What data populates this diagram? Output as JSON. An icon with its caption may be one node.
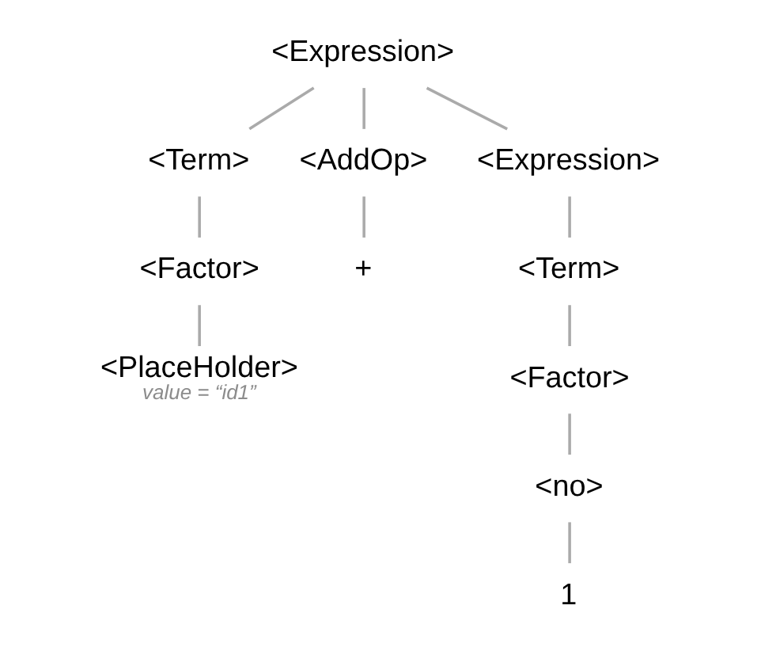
{
  "diagram": {
    "nodes": [
      {
        "text": [
          "<Expression>"
        ]
      },
      {
        "text": [
          "<Term>"
        ]
      },
      {
        "text": [
          "<AddOp>"
        ]
      },
      {
        "text": [
          "<Expression>"
        ]
      },
      {
        "text": [
          "<Factor>"
        ]
      },
      {
        "text": [
          "+"
        ]
      },
      {
        "text": [
          "<Term>"
        ]
      },
      {
        "text": [
          "<PlaceHolder>"
        ],
        "beside": [
          "value = “id1”"
        ]
      },
      {
        "text": [
          "<Factor>"
        ]
      },
      {
        "text": [
          "<no>"
        ]
      },
      {
        "text": [
          "1"
        ]
      }
    ],
    "edges": [
      {
        "from": 0,
        "to": 1,
        "arrow": "none"
      },
      {
        "from": 0,
        "to": 2,
        "arrow": "none"
      },
      {
        "from": 0,
        "to": 3,
        "arrow": "none"
      },
      {
        "from": 1,
        "to": 4,
        "arrow": "none"
      },
      {
        "from": 2,
        "to": 5,
        "arrow": "none"
      },
      {
        "from": 3,
        "to": 6,
        "arrow": "none"
      },
      {
        "from": 4,
        "to": 7,
        "arrow": "none"
      },
      {
        "from": 6,
        "to": 8,
        "arrow": "none"
      },
      {
        "from": 8,
        "to": 9,
        "arrow": "none"
      },
      {
        "from": 9,
        "to": 10,
        "arrow": "none"
      }
    ]
  }
}
